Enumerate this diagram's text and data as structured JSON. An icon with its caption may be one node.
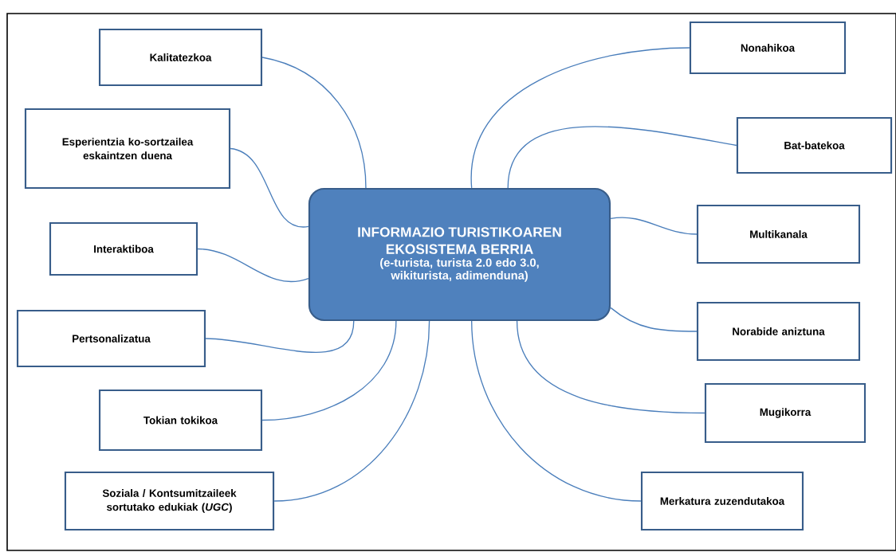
{
  "diagram": {
    "nodes": [
      {
        "text": [
          "INFORMAZIO TURISTIKOAREN EKOSISTEMA BERRIA",
          "(e-turista, turista 2.0 edo 3.0, wikiturista, adimenduna)"
        ]
      },
      {
        "text": [
          "Kalitatezkoa"
        ]
      },
      {
        "text": [
          "Esperientzia ko-sortzailea eskaintzen duena"
        ]
      },
      {
        "text": [
          "Interaktiboa"
        ]
      },
      {
        "text": [
          "Pertsonalizatua"
        ]
      },
      {
        "text": [
          "Tokian tokikoa"
        ]
      },
      {
        "text": [
          "Soziala / Kontsumitzaileek sortutako edukiak (*UGC*)"
        ]
      },
      {
        "text": [
          "Nonahikoa"
        ]
      },
      {
        "text": [
          "Bat-batekoa"
        ]
      },
      {
        "text": [
          "Multikanala"
        ]
      },
      {
        "text": [
          "Norabide aniztuna"
        ]
      },
      {
        "text": [
          "Mugikorra"
        ]
      },
      {
        "text": [
          "Merkatura zuzendutakoa"
        ]
      }
    ],
    "edges": [
      {
        "from": 0,
        "to": 1,
        "arrow": "none"
      },
      {
        "from": 0,
        "to": 2,
        "arrow": "none"
      },
      {
        "from": 0,
        "to": 3,
        "arrow": "none"
      },
      {
        "from": 0,
        "to": 4,
        "arrow": "none"
      },
      {
        "from": 0,
        "to": 5,
        "arrow": "none"
      },
      {
        "from": 0,
        "to": 6,
        "arrow": "none"
      },
      {
        "from": 0,
        "to": 7,
        "arrow": "none"
      },
      {
        "from": 0,
        "to": 8,
        "arrow": "none"
      },
      {
        "from": 0,
        "to": 9,
        "arrow": "none"
      },
      {
        "from": 0,
        "to": 10,
        "arrow": "none"
      },
      {
        "from": 0,
        "to": 11,
        "arrow": "none"
      },
      {
        "from": 0,
        "to": 12,
        "arrow": "none"
      }
    ]
  }
}
